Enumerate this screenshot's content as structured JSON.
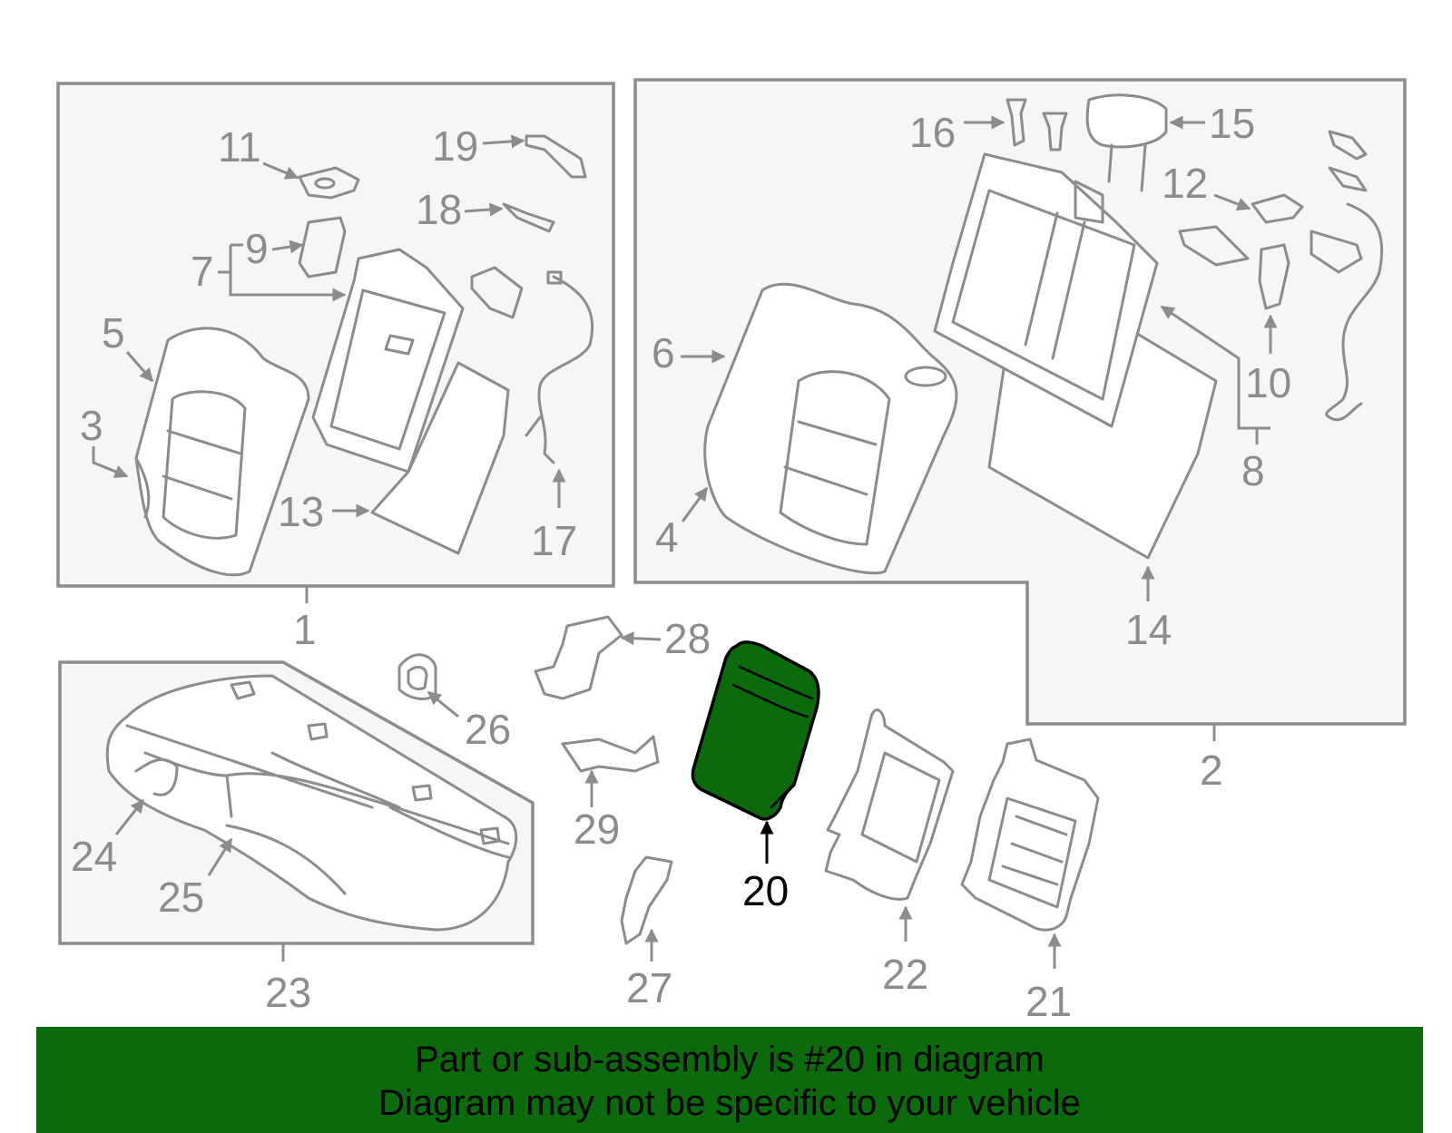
{
  "callouts": {
    "c1": "1",
    "c2": "2",
    "c3": "3",
    "c4": "4",
    "c5": "5",
    "c6": "6",
    "c7": "7",
    "c8": "8",
    "c9": "9",
    "c10": "10",
    "c11": "11",
    "c12": "12",
    "c13": "13",
    "c14": "14",
    "c15": "15",
    "c16": "16",
    "c17": "17",
    "c18": "18",
    "c19": "19",
    "c20": "20",
    "c21": "21",
    "c22": "22",
    "c23": "23",
    "c24": "24",
    "c25": "25",
    "c26": "26",
    "c27": "27",
    "c28": "28",
    "c29": "29"
  },
  "highlight": {
    "part_number": "20",
    "color": "#0b6a0b"
  },
  "banner": {
    "line1": "Part or sub-assembly is #20 in diagram",
    "line2": "Diagram may not be specific to your vehicle",
    "color": "#0b6a0b"
  },
  "colors": {
    "line": "#8c8c8c",
    "box_fill": "#f6f6f6"
  }
}
